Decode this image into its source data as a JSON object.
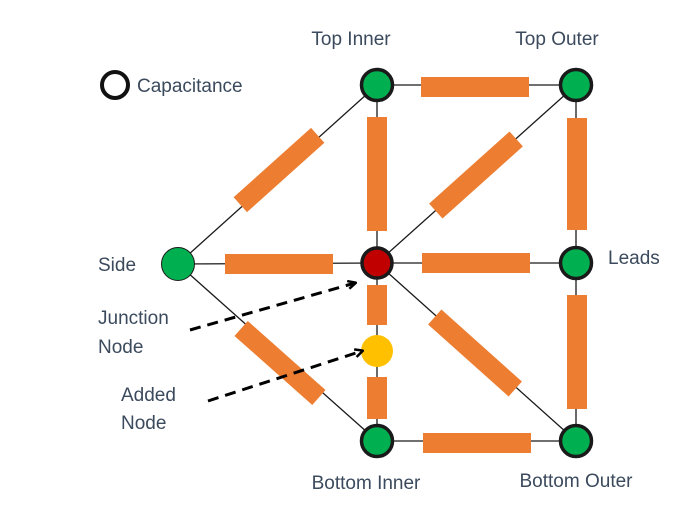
{
  "legend": {
    "label": "Capacitance"
  },
  "labels": {
    "top_inner": "Top Inner",
    "top_outer": "Top Outer",
    "side": "Side",
    "leads": "Leads",
    "bottom_inner": "Bottom Inner",
    "bottom_outer": "Bottom Outer",
    "junction_1": "Junction",
    "junction_2": "Node",
    "added_1": "Added",
    "added_2": "Node"
  },
  "colors": {
    "resistor": "#ed7d31",
    "node_green": "#00b050",
    "node_junction": "#c00000",
    "node_added": "#ffc000",
    "outline": "#1a1a1a",
    "text": "#3b4a5c"
  }
}
